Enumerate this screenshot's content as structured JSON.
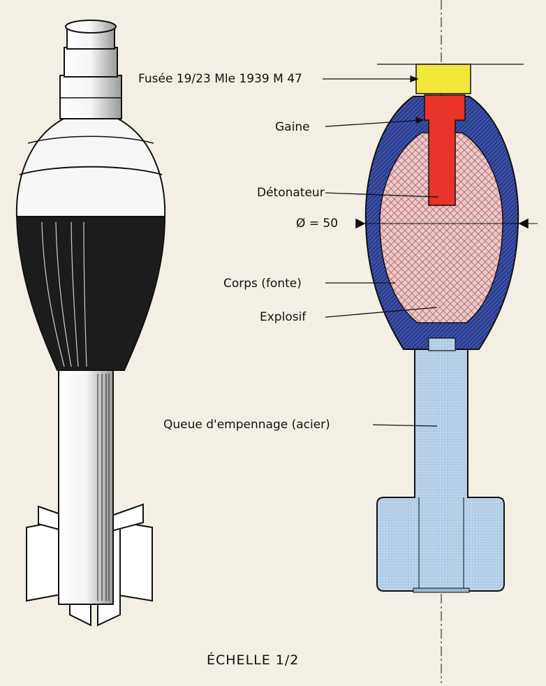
{
  "labels": {
    "fusee": "Fusée 19/23 Mle 1939 M 47",
    "gaine": "Gaine",
    "detonateur": "Détonateur",
    "diametre": "Ø = 50",
    "corps": "Corps (fonte)",
    "explosif": "Explosif",
    "queue": "Queue d'empennage (acier)"
  },
  "scale": "ÉCHELLE 1/2",
  "colors": {
    "paper": "#f3efe4",
    "fuze": "#f2e83a",
    "detonator": "#e8322a",
    "body_shell": "#2a3d8e",
    "explosive": "#f2c6c6",
    "tail": "#b9d3ea",
    "ink": "#111111"
  }
}
